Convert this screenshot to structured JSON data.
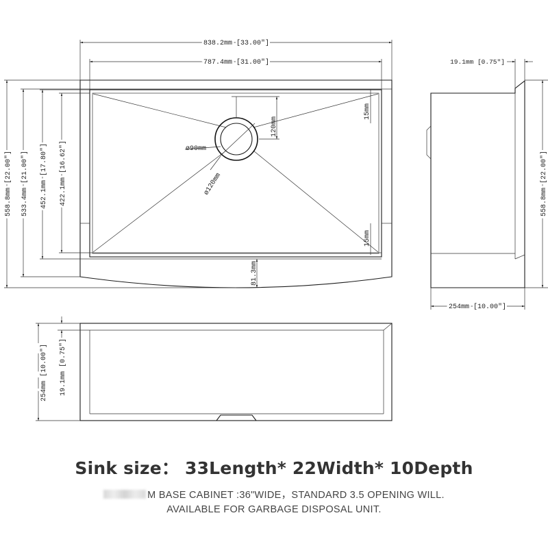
{
  "top_view": {
    "overall_width": "838.2mm [33.00\"]",
    "inner_width": "787.4mm [31.00\"]",
    "overall_length": "558.8mm [22.00\"]",
    "front_length": "533.4mm [21.00\"]",
    "bowl_length": "452.1mm [17.80\"]",
    "inner_length": "422.1mm [16.62\"]",
    "drain_diameter": "ø90mm",
    "flange_diameter": "ø120mm",
    "drain_offset": "120mm",
    "top_radius_gap": "15mm",
    "bottom_radius_gap": "15mm",
    "apron_depth": "81.3mm"
  },
  "side_view": {
    "deck_thickness": "19.1mm [0.75\"]",
    "total_depth": "558.8mm [22.00\"]",
    "bowl_depth": "254mm [10.00\"]"
  },
  "front_view": {
    "height_outer": "254mm [10.00\"]",
    "height_inner": "19.1mm [0.75\"]"
  },
  "caption": {
    "title": "Sink size： 33Length* 22Width* 10Depth",
    "note_line1": "M BASE CABINET :36\"WIDE，STANDARD 3.5 OPENING WILL.",
    "note_line2": "AVAILABLE FOR GARBAGE DISPOSAL UNIT."
  }
}
